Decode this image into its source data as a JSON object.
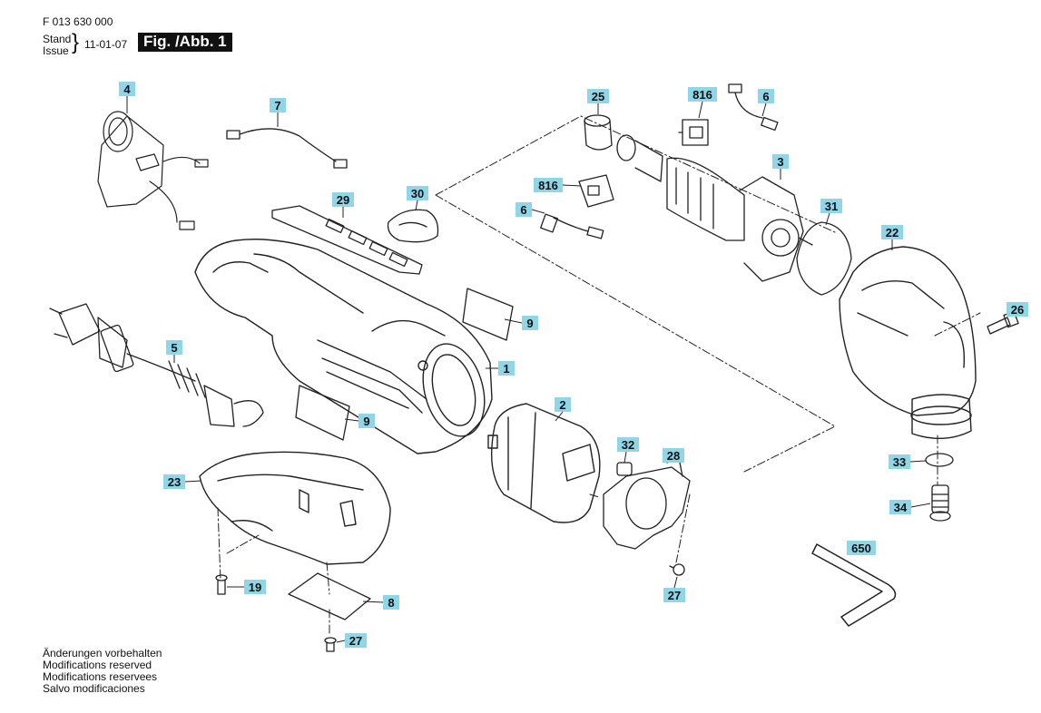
{
  "header": {
    "doc_number": "F 013 630 000",
    "stand": "Stand",
    "issue": "Issue",
    "date": "11-01-07",
    "figure": "Fig. /Abb. 1"
  },
  "notes": [
    "Änderungen vorbehalten",
    "Modifications reserved",
    "Modifications reservees",
    "Salvo modificaciones"
  ],
  "colors": {
    "callout_fill": "#8fd6e8",
    "line": "#222222"
  },
  "callouts": [
    "4",
    "7",
    "25",
    "816",
    "6",
    "816",
    "6",
    "3",
    "29",
    "30",
    "31",
    "22",
    "26",
    "9",
    "1",
    "5",
    "9",
    "2",
    "32",
    "28",
    "33",
    "23",
    "34",
    "650",
    "19",
    "8",
    "27",
    "27"
  ]
}
